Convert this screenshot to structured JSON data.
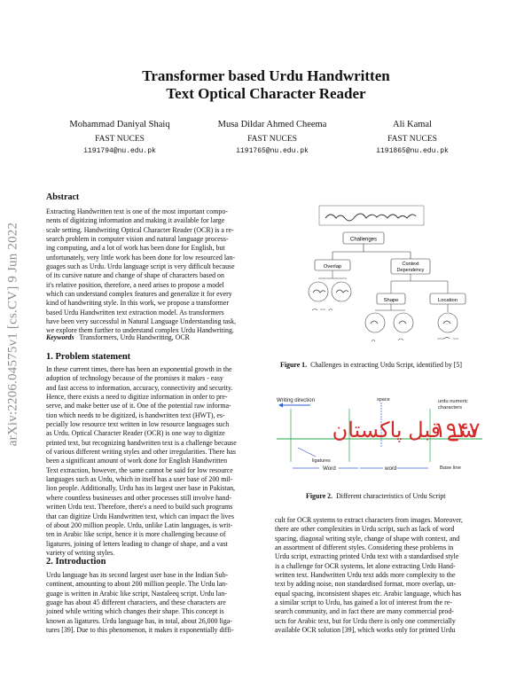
{
  "paper": {
    "title_line1": "Transformer based Urdu Handwritten",
    "title_line2": "Text Optical Character Reader",
    "authors": [
      {
        "name": "Mohammad Daniyal Shaiq",
        "affiliation": "FAST NUCES",
        "email": "i191794@nu.edu.pk"
      },
      {
        "name": "Musa Dildar Ahmed Cheema",
        "affiliation": "FAST NUCES",
        "email": "i191765@nu.edu.pk"
      },
      {
        "name": "Ali Kamal",
        "affiliation": "FAST NUCES",
        "email": "i191865@nu.edu.pk"
      }
    ],
    "arxiv_id": "arXiv:2206.04575v1  [cs.CV]  9 Jun 2022",
    "abstract_heading": "Abstract",
    "abstract_lines": [
      "Extracting Handwritten text is one of the most important compo-",
      "nents of digitizing information and making it available for large",
      "scale setting. Handwriting Optical Character Reader (OCR) is a re-",
      "search problem in computer vision and natural language process-",
      "ing computing, and a lot of work has been done for English, but",
      "unfortunately, very little work has been done for low resourced lan-",
      "guages such as Urdu. Urdu language script is very difficult because",
      "of its cursive nature and change of shape of characters based on",
      "it's relative position, therefore, a need arises to propose a model",
      "which can understand complex features and generalize it for every",
      "kind of handwriting style. In this work, we propose a transformer",
      "based Urdu Handwritten text extraction model. As transformers",
      "have been very successful in Natural Language Understanding task,",
      "we explore them further to understand complex Urdu Handwriting."
    ],
    "keywords_label": "Keywords",
    "keywords_text": "Transformers, Urdu Handwriting, OCR",
    "section1_heading": "1.   Problem statement",
    "section1_lines": [
      "In these current times, there has been an exponential growth in the",
      "adoption of technology because of the promises it makes - easy",
      "and fast access to information, accuracy, connectivity and security.",
      "Hence, there exists a need to digitize information in order to pre-",
      "serve, and make better use of it. One of the potential raw informa-",
      "tion which needs to be digitized, is handwritten text (HWT), es-",
      "pecially low resource text written in low resource languages such",
      "as Urdu. Optical Character Reader (OCR) is one way to digitize",
      "printed text, but recognizing handwritten text is a challenge because",
      "of various different writing styles and other irregularities. There has",
      "been a significant amount of work done for English Handwritten",
      "Text extraction, however, the same cannot be said for low resource",
      "languages such as Urdu, which in itself has a user base of 200 mil-",
      "lion people. Additionally, Urdu has its largest user base in Pakistan,",
      "where countless businesses and other processes still involve hand-",
      "written Urdu text. Therefore, there's a need to build such programs",
      "that can digitize Urdu Handwritten text, which can impact the lives",
      "of about 200 million people. Urdu, unlike Latin languages, is writ-",
      "ten in Arabic like script, hence it is more challenging because of",
      "ligatures, joining of letters leading to change of shape, and a vast",
      "variety of writing styles."
    ],
    "section2_heading": "2.   Introduction",
    "section2_lines": [
      "Urdu language has its second largest user base in the Indian Sub-",
      "continent, amounting to about 200 million people. The Urdu lan-",
      "guage is written in Arabic like script, Nastaleeq script. Urdu lan-",
      "guage has about 45 different characters, and these characters are",
      "joined while writing which changes their shape. This concept is",
      "known as ligatures. Urdu language has, in total, about 26,000 liga-",
      "tures [39]. Due to this phenomenon, it makes it exponentially diffi-"
    ],
    "right_lines": [
      "cult for OCR systems to extract characters from images. Moreover,",
      "there are other complexities in Urdu script, such as lack of word",
      "spacing, diagonal writing style, change of shape with context, and",
      "an assortment of different styles. Considering these problems in",
      "Urdu script, extracting printed Urdu text with a standardised style",
      "is a challenge for OCR systems, let alone extracting Urdu Hand-",
      "written text. Handwritten Urdu text adds more complexity to the",
      "text by adding noise, non standardised format, more overlap, un-",
      "equal spacing, inconsistent shapes etc. Arabic language, which has",
      "a similar script to Urdu, has gained a lot of interest from the re-",
      "search community, and in fact there are many commercial prod-",
      "ucts for Arabic text, but for Urdu there is only one commercially",
      "available OCR solution [39], which works only for printed Urdu"
    ],
    "figure1": {
      "caption_label": "Figure 1.",
      "caption_text": "Challenges in extracting Urdu Script, identified by [5]",
      "nodes": {
        "root": "Challenges",
        "overlap": "Overlap",
        "context": "Context",
        "context2": "Dependency",
        "shape": "Shape",
        "location": "Location"
      }
    },
    "figure2": {
      "caption_label": "Figure 2.",
      "caption_text": "Different characteristics of Urdu Script",
      "labels": {
        "writing": "Writing direction",
        "space": "space",
        "numeric1": "urdu numeric",
        "numeric2": "characters",
        "ligatures": "ligatures",
        "word1": "Word",
        "word2": "word",
        "baseline": "Base line"
      },
      "urdu_text": "سے قبل پاکستان",
      "urdu_number": "۱۹۴۷"
    },
    "colors": {
      "arxiv_gray": "#8c8c8c",
      "handwriting_red": "#d42a2a",
      "guide_green": "#22a84a",
      "guide_blue": "#2f5fd0"
    }
  }
}
